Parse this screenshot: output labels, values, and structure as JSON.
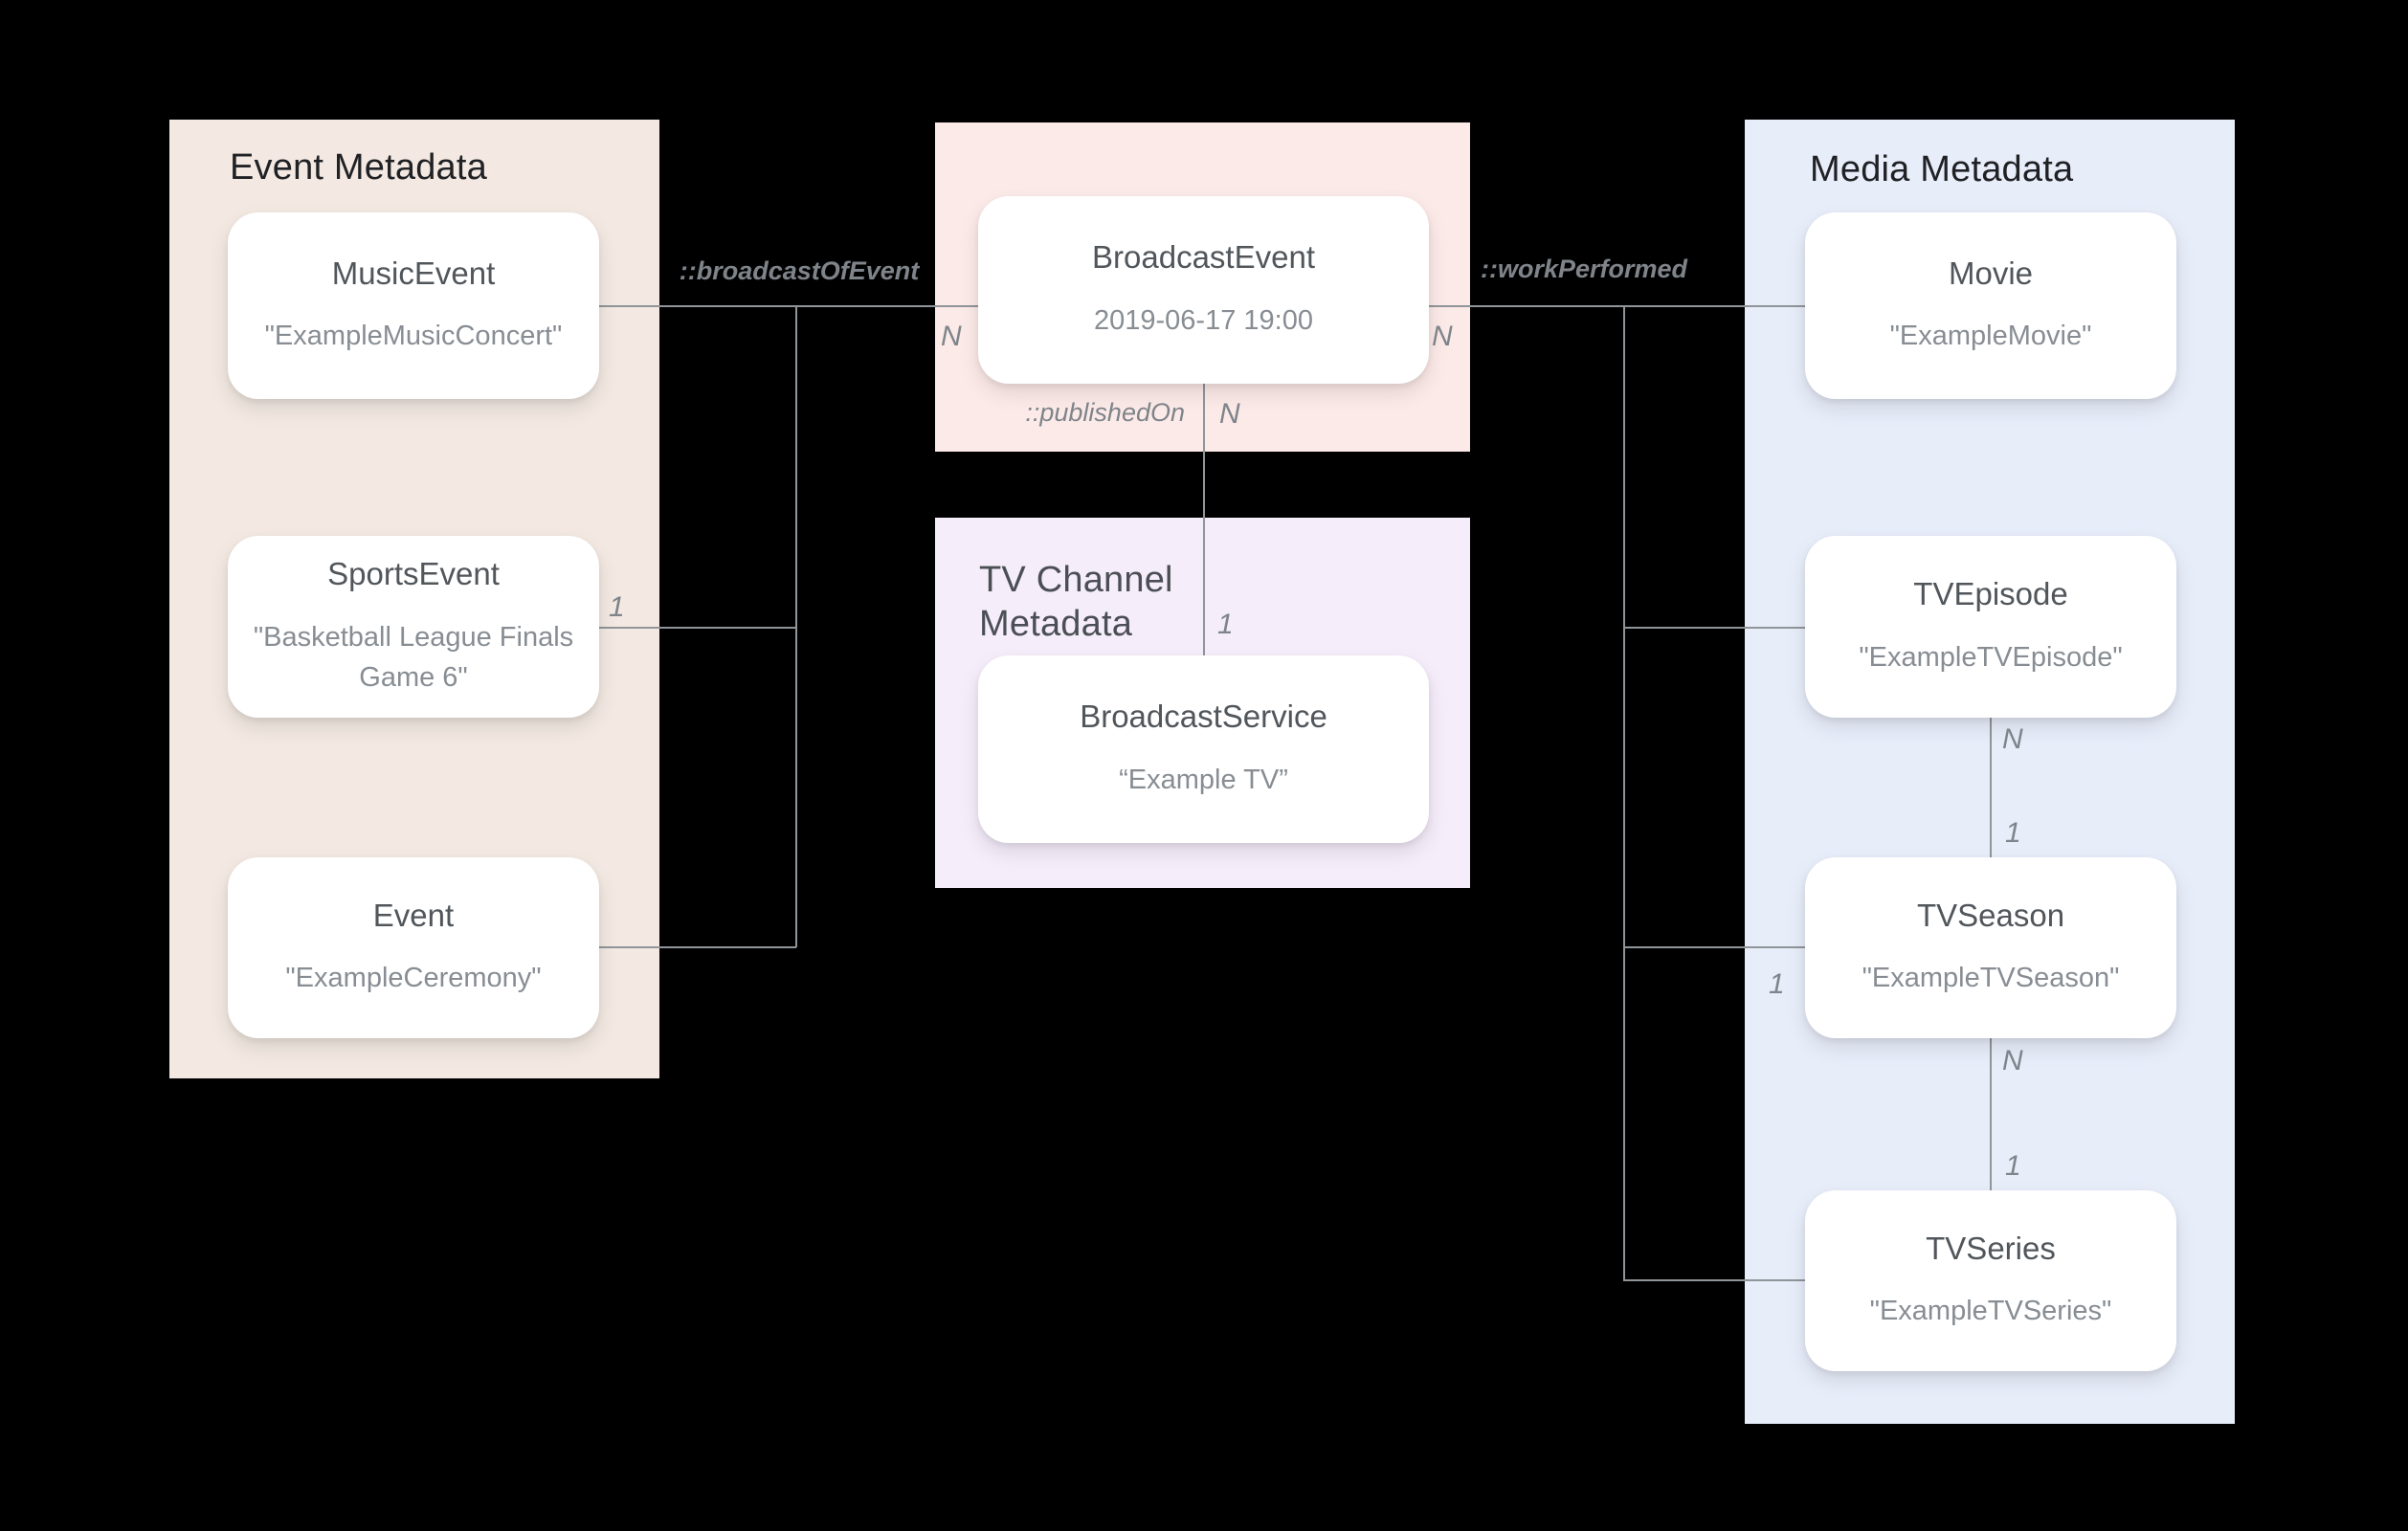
{
  "panels": {
    "event": {
      "title": "Event Metadata"
    },
    "tv_channel": {
      "title": "TV Channel Metadata"
    },
    "media": {
      "title": "Media Metadata"
    }
  },
  "nodes": {
    "music_event": {
      "title": "MusicEvent",
      "value": "\"ExampleMusicConcert\""
    },
    "sports_event": {
      "title": "SportsEvent",
      "value": "\"Basketball League Finals Game 6\""
    },
    "event": {
      "title": "Event",
      "value": "\"ExampleCeremony\""
    },
    "broadcast_event": {
      "title": "BroadcastEvent",
      "value": "2019-06-17 19:00"
    },
    "broadcast_service": {
      "title": "BroadcastService",
      "value": "“Example TV”"
    },
    "movie": {
      "title": "Movie",
      "value": "\"ExampleMovie\""
    },
    "tv_episode": {
      "title": "TVEpisode",
      "value": "\"ExampleTVEpisode\""
    },
    "tv_season": {
      "title": "TVSeason",
      "value": "\"ExampleTVSeason\""
    },
    "tv_series": {
      "title": "TVSeries",
      "value": "\"ExampleTVSeries\""
    }
  },
  "edges": {
    "broadcast_of_event_label": "::broadcastOfEvent",
    "published_on_label": "::publishedOn",
    "work_performed_label": "::workPerformed"
  },
  "cardinality": {
    "broadcast_left_n": "N",
    "broadcast_right_n": "N",
    "published_on_n": "N",
    "service_one": "1",
    "sports_one": "1",
    "season_stub_one": "1",
    "episode_season_n": "N",
    "episode_season_one": "1",
    "season_series_n": "N",
    "season_series_one": "1"
  },
  "colors": {
    "bg": "#000000",
    "panel_event_bg": "#F3E9E2",
    "panel_broadcast_bg": "#FCEAE8",
    "panel_tv_bg": "#F6EDFB",
    "panel_media_bg": "#E8EDFA",
    "card_bg": "#FFFFFF",
    "line": "#909599",
    "panel_title": "#202124",
    "tv_panel_title": "#4B4F54",
    "card_title": "#51565B",
    "card_value": "#878D93",
    "edge_label": "#7E848A"
  }
}
